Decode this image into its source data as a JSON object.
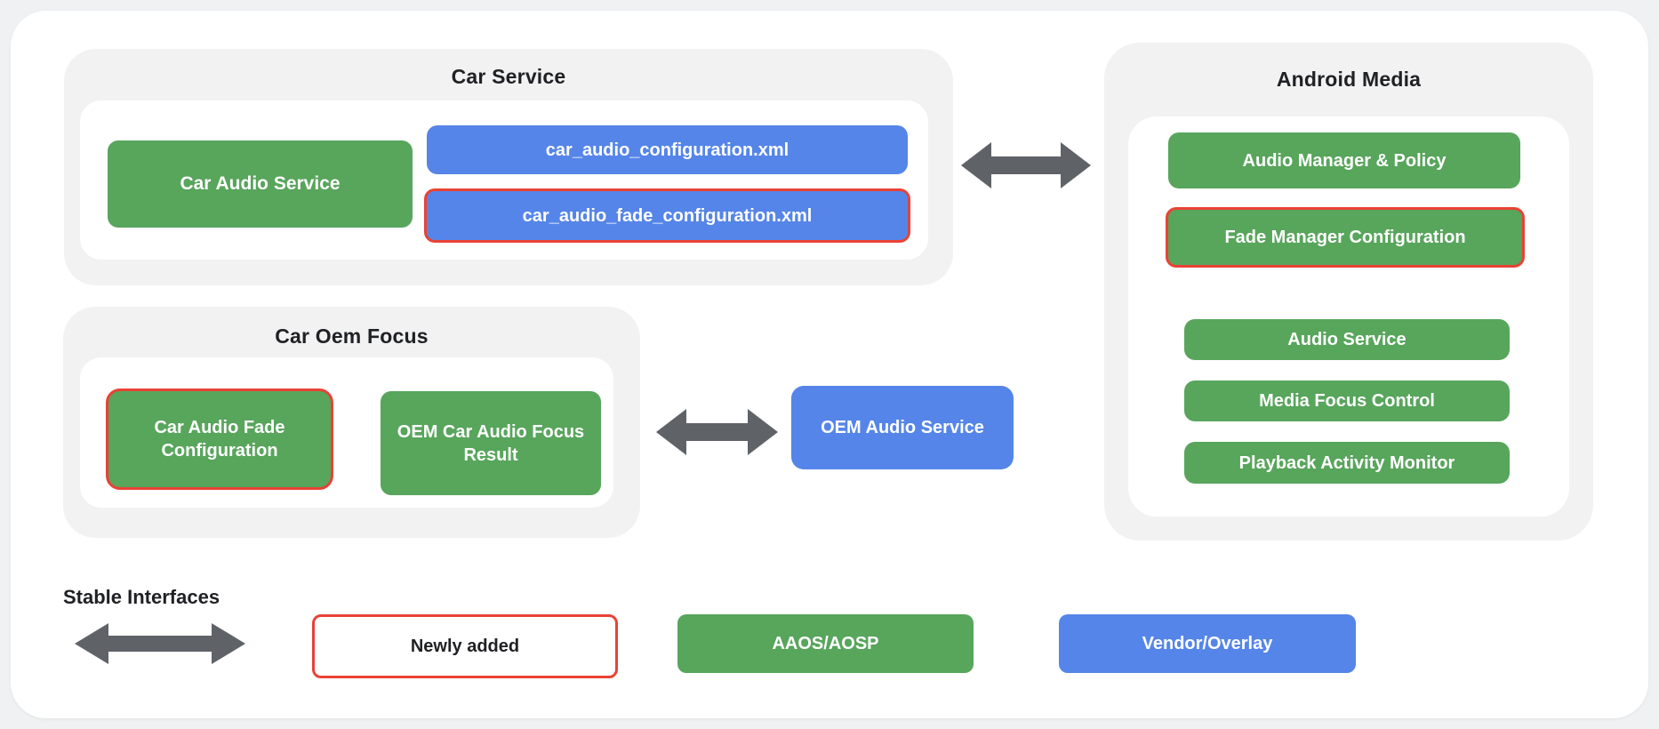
{
  "colors": {
    "page_bg": "#eff1f3",
    "card": "#ffffff",
    "panel": "#f2f2f3",
    "green": "#58a55c",
    "blue": "#5585e8",
    "red": "#e94235",
    "arrow": "#5f6368",
    "title": "#202124"
  },
  "groups": {
    "car_service": {
      "title": "Car Service",
      "boxes": {
        "car_audio_service": "Car Audio Service",
        "car_audio_configuration": "car_audio_configuration.xml",
        "car_audio_fade_configuration": "car_audio_fade_configuration.xml"
      }
    },
    "android_media": {
      "title": "Android Media",
      "boxes": {
        "audio_manager_policy": "Audio Manager & Policy",
        "fade_manager_configuration": "Fade Manager Configuration",
        "audio_service": "Audio Service",
        "media_focus_control": "Media Focus Control",
        "playback_activity_monitor": "Playback Activity Monitor"
      }
    },
    "car_oem_focus": {
      "title": "Car Oem Focus",
      "boxes": {
        "car_audio_fade_configuration": "Car Audio Fade Configuration",
        "oem_car_audio_focus_result": "OEM Car Audio Focus Result"
      }
    },
    "oem_audio_service": "OEM Audio Service"
  },
  "legend": {
    "stable_interfaces": "Stable Interfaces",
    "newly_added": "Newly added",
    "aaos_aosp": "AAOS/AOSP",
    "vendor_overlay": "Vendor/Overlay"
  }
}
